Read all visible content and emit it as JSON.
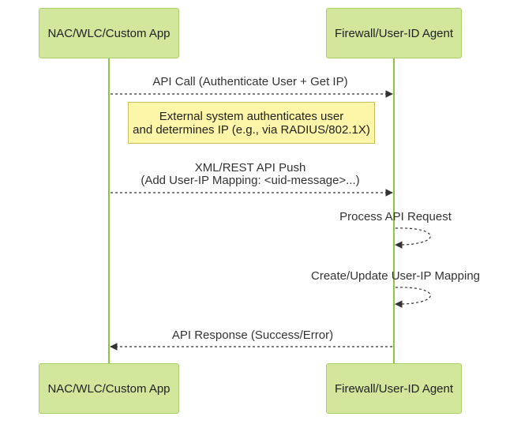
{
  "participants": [
    {
      "name": "NAC/WLC/Custom App"
    },
    {
      "name": "Firewall/User-ID Agent"
    }
  ],
  "messages": [
    {
      "text": "API Call (Authenticate User + Get IP)",
      "from": "NAC/WLC/Custom App",
      "to": "Firewall/User-ID Agent",
      "style": "dashed"
    },
    {
      "line1": "XML/REST API Push",
      "line2": "(Add User-IP Mapping: <uid-message>...)",
      "from": "NAC/WLC/Custom App",
      "to": "Firewall/User-ID Agent",
      "style": "dashed"
    },
    {
      "text": "Process API Request",
      "from": "Firewall/User-ID Agent",
      "to": "Firewall/User-ID Agent",
      "style": "self"
    },
    {
      "text": "Create/Update User-IP Mapping",
      "from": "Firewall/User-ID Agent",
      "to": "Firewall/User-ID Agent",
      "style": "self"
    },
    {
      "text": "API Response (Success/Error)",
      "from": "Firewall/User-ID Agent",
      "to": "NAC/WLC/Custom App",
      "style": "dashed"
    }
  ],
  "note": {
    "line1": "External system authenticates user",
    "line2": "and determines IP (e.g., via RADIUS/802.1X)"
  },
  "colors": {
    "participant_fill": "#d3e79c",
    "participant_border": "#a9cf6d",
    "lifeline": "#8ec63f",
    "note_fill": "#fdf6a8",
    "arrow": "#333333"
  }
}
